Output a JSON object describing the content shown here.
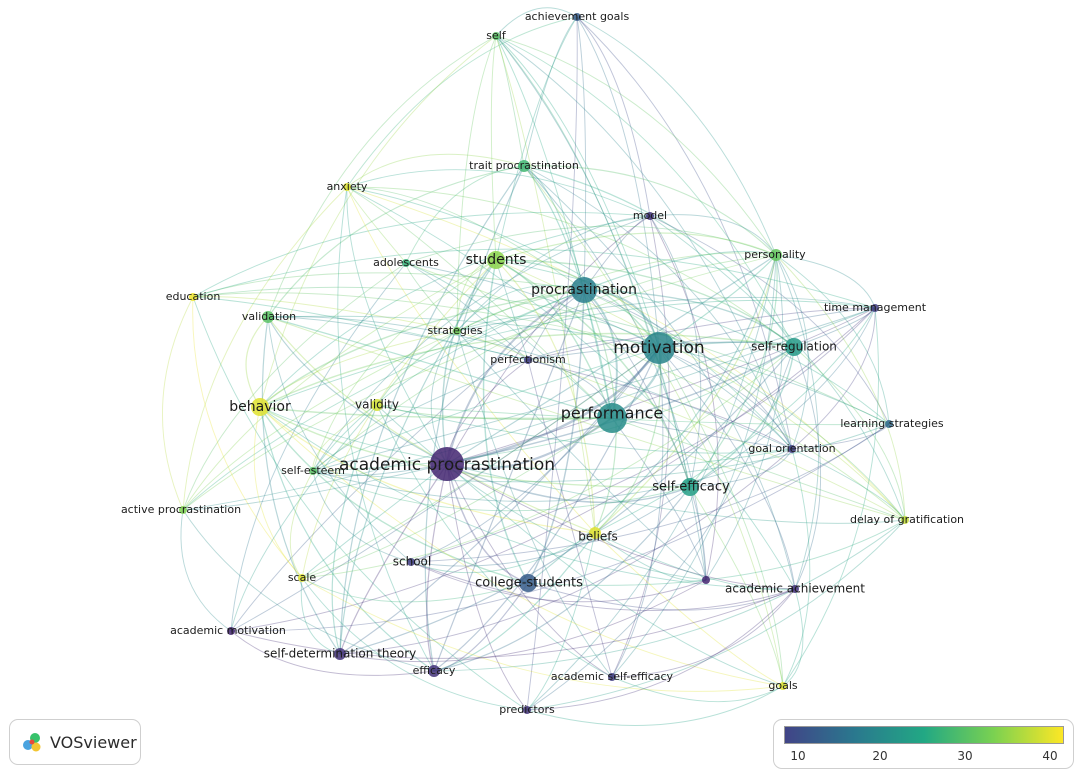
{
  "app": {
    "name": "VOSviewer"
  },
  "overlay": {
    "min": 5,
    "max": 42,
    "ticks": [
      "10",
      "20",
      "30",
      "40"
    ]
  },
  "nodes": [
    {
      "id": "achievement goals",
      "label": "achievement goals",
      "v": 14,
      "w": 1
    },
    {
      "id": "self",
      "label": "self",
      "v": 30,
      "w": 1
    },
    {
      "id": "trait procrastination",
      "label": "trait procrastination",
      "v": 28,
      "w": 2
    },
    {
      "id": "anxiety",
      "label": "anxiety",
      "v": 40,
      "w": 1
    },
    {
      "id": "model",
      "label": "model",
      "v": 9,
      "w": 1
    },
    {
      "id": "personality",
      "label": "personality",
      "v": 31,
      "w": 2
    },
    {
      "id": "adolescents",
      "label": "adolescents",
      "v": 27,
      "w": 1
    },
    {
      "id": "students",
      "label": "students",
      "v": 34,
      "w": 3
    },
    {
      "id": "procrastination",
      "label": "procrastination",
      "v": 19,
      "w": 5
    },
    {
      "id": "education",
      "label": "education",
      "v": 41,
      "w": 1
    },
    {
      "id": "time management",
      "label": "time management",
      "v": 10,
      "w": 1
    },
    {
      "id": "validation",
      "label": "validation",
      "v": 30,
      "w": 2
    },
    {
      "id": "strategies",
      "label": "strategies",
      "v": 32,
      "w": 1
    },
    {
      "id": "perfectionism",
      "label": "perfectionism",
      "v": 10,
      "w": 1
    },
    {
      "id": "motivation",
      "label": "motivation",
      "v": 20,
      "w": 7
    },
    {
      "id": "self-regulation",
      "label": "self-regulation",
      "v": 23,
      "w": 3
    },
    {
      "id": "behavior",
      "label": "behavior",
      "v": 40,
      "w": 3
    },
    {
      "id": "validity",
      "label": "validity",
      "v": 39,
      "w": 2
    },
    {
      "id": "performance",
      "label": "performance",
      "v": 21,
      "w": 6
    },
    {
      "id": "learning strategies",
      "label": "learning strategies",
      "v": 16,
      "w": 1
    },
    {
      "id": "goal orientation",
      "label": "goal orientation",
      "v": 10,
      "w": 1
    },
    {
      "id": "academic procrastination",
      "label": "academic procrastination",
      "v": 8,
      "w": 8
    },
    {
      "id": "self-esteem",
      "label": "self-esteem",
      "v": 30,
      "w": 1
    },
    {
      "id": "self-efficacy",
      "label": "self-efficacy",
      "v": 24,
      "w": 3
    },
    {
      "id": "active procrastination",
      "label": "active procrastination",
      "v": 33,
      "w": 1
    },
    {
      "id": "delay of gratification",
      "label": "delay of gratification",
      "v": 38,
      "w": 1
    },
    {
      "id": "beliefs",
      "label": "beliefs",
      "v": 40,
      "w": 2
    },
    {
      "id": "school",
      "label": "school",
      "v": 10,
      "w": 1
    },
    {
      "id": "college-students",
      "label": "college-students",
      "v": 14,
      "w": 3
    },
    {
      "id": "scale",
      "label": "scale",
      "v": 40,
      "w": 1
    },
    {
      "id": "academic achievement",
      "label": "academic achievement",
      "v": 9,
      "w": 1
    },
    {
      "id": "academic motivation",
      "label": "academic motivation",
      "v": 8,
      "w": 1
    },
    {
      "id": "self-determination theory",
      "label": "self-determination theory",
      "v": 9,
      "w": 2
    },
    {
      "id": "efficacy",
      "label": "efficacy",
      "v": 9,
      "w": 2
    },
    {
      "id": "academic self-efficacy",
      "label": "academic self-efficacy",
      "v": 10,
      "w": 1
    },
    {
      "id": "goals",
      "label": "goals",
      "v": 40,
      "w": 1
    },
    {
      "id": "predictors",
      "label": "predictors",
      "v": 9,
      "w": 1
    },
    {
      "id": "unlabeled-node",
      "label": "",
      "v": 8,
      "w": 1
    }
  ]
}
